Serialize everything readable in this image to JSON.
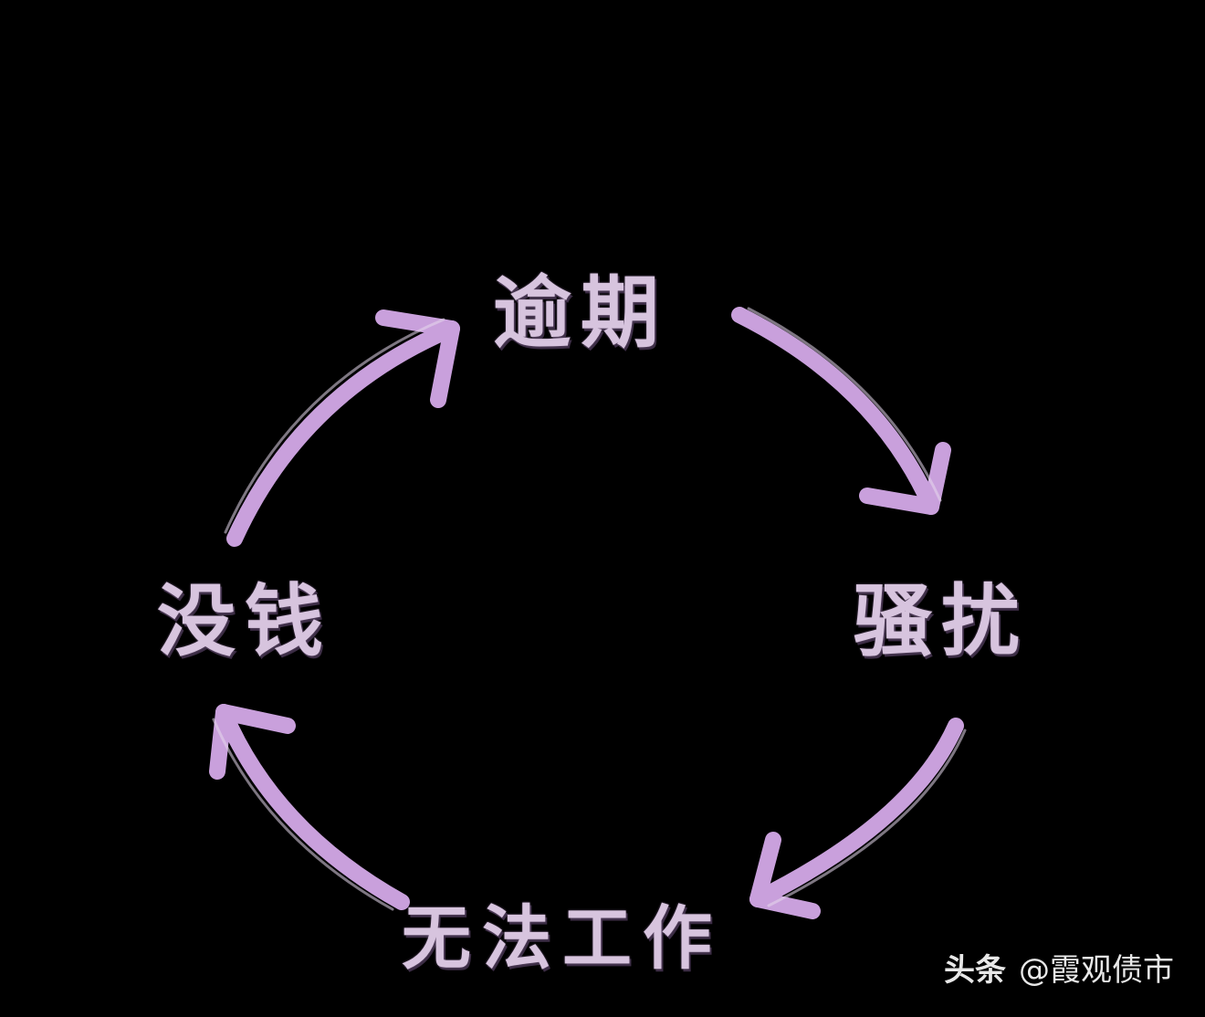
{
  "nodes": {
    "top": "逾期",
    "right": "骚扰",
    "bottom": "无法工作",
    "left": "没钱"
  },
  "watermark": {
    "brand": "头条",
    "account": "@霞观债市"
  },
  "colors": {
    "background": "#000000",
    "arrow": "#c9a0dc",
    "text": "#d7c4de",
    "watermark": "#e8e8e8"
  }
}
